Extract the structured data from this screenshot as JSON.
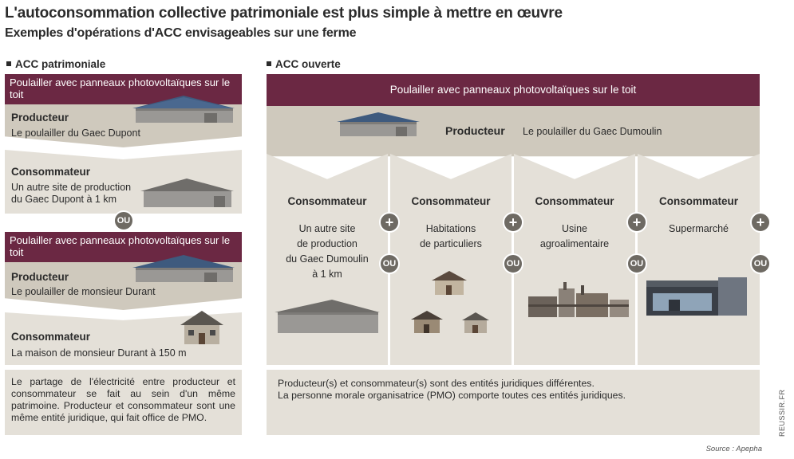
{
  "header": {
    "title": "L'autoconsommation collective  patrimoniale est plus simple à mettre en œuvre",
    "subtitle": "Exemples d'opérations d'ACC envisageables sur une ferme"
  },
  "left": {
    "section_label": "ACC patrimoniale",
    "case1": {
      "bar": "Poulailler avec panneaux photovoltaïques sur le toit",
      "producer_label": "Producteur",
      "producer_text": "Le poulailler du Gaec Dupont",
      "consumer_label": "Consommateur",
      "consumer_text_1": "Un autre site de production",
      "consumer_text_2": "du Gaec Dupont à 1 km"
    },
    "or_label": "OU",
    "case2": {
      "bar": "Poulailler avec panneaux photovoltaïques sur le toit",
      "producer_label": "Producteur",
      "producer_text": "Le poulailler de monsieur Durant",
      "consumer_label": "Consommateur",
      "consumer_text": "La maison de monsieur Durant à 150 m"
    },
    "note": "Le partage de l'électricité entre producteur et consommateur se fait au sein d'un même patrimoine. Producteur et consommateur sont une même entité juridique, qui fait office de PMO."
  },
  "right": {
    "section_label": "ACC ouverte",
    "bar": "Poulailler avec panneaux photovoltaïques sur le toit",
    "producer_label": "Producteur",
    "producer_text": "Le poulailler du Gaec Dumoulin",
    "plus_label": "+",
    "or_label": "OU",
    "consumers": [
      {
        "label": "Consommateur",
        "lines": [
          "Un autre site",
          "de production",
          "du Gaec Dumoulin",
          "à 1 km"
        ]
      },
      {
        "label": "Consommateur",
        "lines": [
          "Habitations",
          "de particuliers"
        ]
      },
      {
        "label": "Consommateur",
        "lines": [
          "Usine",
          "agroalimentaire"
        ]
      },
      {
        "label": "Consommateur",
        "lines": [
          "Supermarché"
        ]
      }
    ],
    "note_line1": "Producteur(s) et consommateur(s) sont des entités juridiques différentes.",
    "note_line2": "La personne morale organisatrice (PMO) comporte toutes ces entités juridiques."
  },
  "footer": {
    "source": "Source : Apepha",
    "brand": "REUSSIR.FR"
  },
  "colors": {
    "bar": "#6b2843",
    "panel_light": "#e4e0d8",
    "panel_dark": "#cfc9bd",
    "badge": "#6e6a63"
  }
}
